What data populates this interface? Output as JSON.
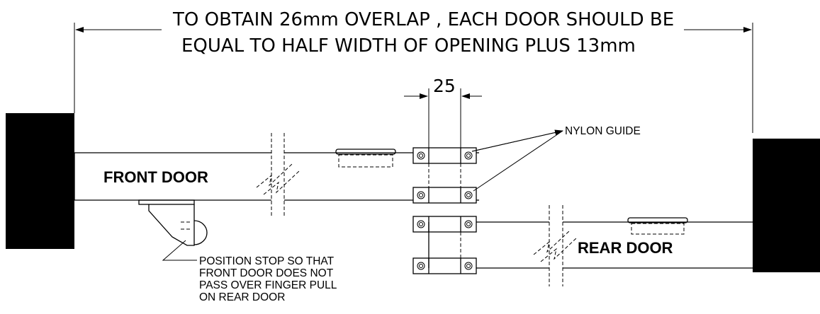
{
  "title": {
    "line1": "TO OBTAIN 26mm OVERLAP , EACH DOOR SHOULD BE",
    "line2": "EQUAL TO HALF WIDTH OF OPENING PLUS 13mm"
  },
  "dimension": {
    "value": "25"
  },
  "labels": {
    "front_door": "FRONT DOOR",
    "rear_door": "REAR DOOR",
    "nylon_guide": "NYLON GUIDE",
    "stop_note": [
      "POSITION STOP SO THAT",
      "FRONT DOOR DOES NOT",
      "PASS OVER FINGER PULL",
      "ON REAR DOOR"
    ]
  }
}
